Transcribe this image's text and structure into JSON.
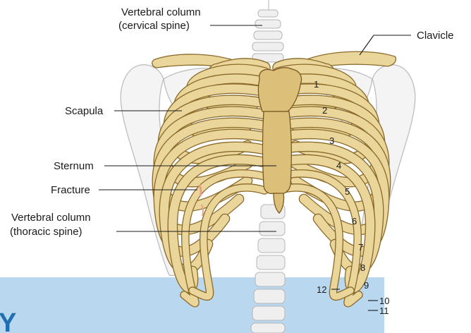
{
  "labels": {
    "cervical_line1": "Vertebral column",
    "cervical_line2": "(cervical spine)",
    "clavicle": "Clavicle",
    "scapula": "Scapula",
    "sternum": "Sternum",
    "fracture": "Fracture",
    "thoracic_line1": "Vertebral column",
    "thoracic_line2": "(thoracic spine)"
  },
  "rib_numbers": [
    "1",
    "2",
    "3",
    "4",
    "5",
    "6",
    "7",
    "8",
    "9",
    "10",
    "11",
    "12"
  ],
  "banner_letter": "Y",
  "colors": {
    "bone": "#ead59a",
    "bone_outline": "#8a6a2a",
    "banner": "#b9d8ef",
    "banner_text": "#1f6fb2",
    "fracture": "#e8a08a"
  }
}
